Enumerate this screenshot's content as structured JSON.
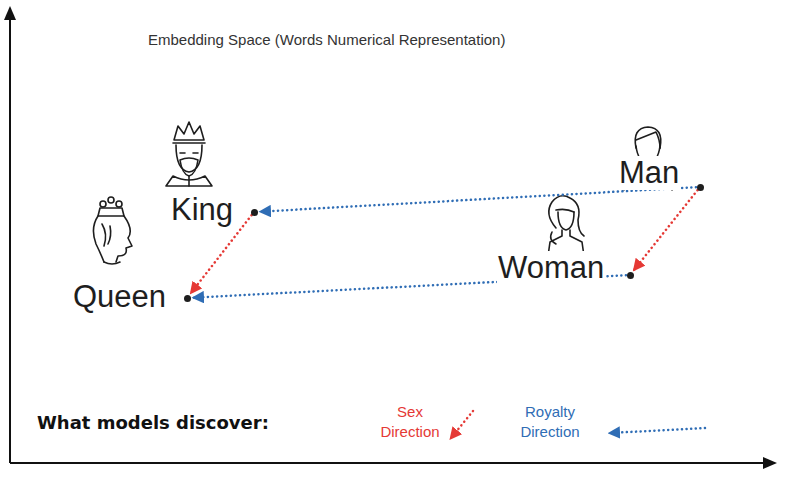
{
  "diagram": {
    "title": "Embedding Space (Words Numerical Representation)",
    "nodes": [
      {
        "text": [
          "Man"
        ]
      },
      {
        "text": [
          "King"
        ]
      },
      {
        "text": [
          "Woman"
        ]
      },
      {
        "text": [
          "Queen"
        ]
      }
    ],
    "edges": [
      {
        "from": 0,
        "to": 1,
        "arrow": "to"
      },
      {
        "from": 0,
        "to": 2,
        "arrow": "to"
      },
      {
        "from": 1,
        "to": 3,
        "arrow": "to"
      },
      {
        "from": 2,
        "to": 3,
        "arrow": "to"
      }
    ],
    "labels": [
      "What models discover:"
    ],
    "legend": [
      {
        "text": "Sex Direction"
      },
      {
        "text": "Royalty Direction"
      }
    ]
  }
}
